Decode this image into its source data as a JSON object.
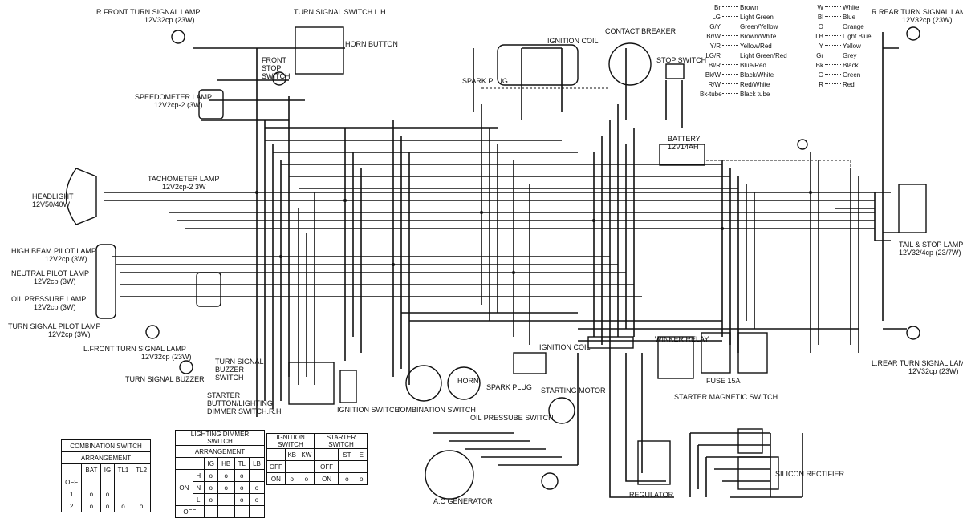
{
  "components": {
    "r_front_turn": {
      "name": "R.FRONT TURN SIGNAL LAMP",
      "rating": "12V32cp (23W)"
    },
    "turn_switch": {
      "name": "TURN SIGNAL SWITCH L.H"
    },
    "horn_button": "HORN BUTTON",
    "front_stop": "FRONT STOP SWITCH",
    "ignition_coil_top": "IGNITION COIL",
    "contact_breaker": "CONTACT BREAKER",
    "stop_switch": "STOP SWITCH",
    "spark_plug_top": "SPARK PLUG",
    "speedometer": {
      "name": "SPEEDOMETER LAMP",
      "rating": "12V2cp-2 (3W)"
    },
    "battery": {
      "name": "BATTERY",
      "rating": "12V14AH"
    },
    "headlight": {
      "name": "HEADLIGHT",
      "rating": "12V50/40W"
    },
    "tachometer": {
      "name": "TACHOMETER LAMP",
      "rating": "12V2cp-2 3W"
    },
    "hb_pilot": {
      "name": "HIGH BEAM PILOT LAMP",
      "rating": "12V2cp (3W)"
    },
    "neutral_pilot": {
      "name": "NEUTRAL PILOT LAMP",
      "rating": "12V2cp (3W)"
    },
    "oil_lamp": {
      "name": "OIL PRESSURE LAMP",
      "rating": "12V2cp (3W)"
    },
    "turn_pilot": {
      "name": "TURN SIGNAL PILOT LAMP",
      "rating": "12V2cp (3W)"
    },
    "l_front_turn": {
      "name": "L.FRONT TURN SIGNAL LAMP",
      "rating": "12V32cp (23W)"
    },
    "turn_buzzer": "TURN SIGNAL BUZZER",
    "buzzer_switch": "TURN SIGNAL BUZZER SWITCH",
    "starter_button": "STARTER BUTTON/LIGHTING DIMMER SWITCH.R.H",
    "ignition_switch": "IGNITION SWITCH",
    "combination_switch": "COMBINATION SWITCH",
    "horn": "HORN",
    "spark_plug_low": "SPARK PLUG",
    "ignition_coil_low": "IGNITION COIL",
    "starting_motor": "STARTING MOTOR",
    "oil_switch": "OIL PRESSUBE SWITCH",
    "winker_relay": "WINKER RELAY",
    "fuse": "FUSE 15A",
    "starter_magnetic": "STARTER MAGNETIC SWITCH",
    "regulator": "REGULATOR",
    "rectifier": "SILICON RECTIFIER",
    "ac_generator": "A.C GENERATOR",
    "r_rear_turn": {
      "name": "R.REAR TURN SIGNAL LAMP",
      "rating": "12V32cp (23W)"
    },
    "tail_stop": {
      "name": "TAIL & STOP LAMP",
      "rating": "12V32/4cp (23/7W)"
    },
    "l_rear_turn": {
      "name": "L.REAR TURN SIGNAL LAMP",
      "rating": "12V32cp (23W)"
    }
  },
  "color_legend": [
    {
      "code": "Br",
      "color": "Brown"
    },
    {
      "code": "LG",
      "color": "Light Green"
    },
    {
      "code": "G/Y",
      "color": "Green/Yellow"
    },
    {
      "code": "Br/W",
      "color": "Brown/White"
    },
    {
      "code": "Y/R",
      "color": "Yellow/Red"
    },
    {
      "code": "LG/R",
      "color": "Light Green/Red"
    },
    {
      "code": "Bl/R",
      "color": "Blue/Red"
    },
    {
      "code": "Bk/W",
      "color": "Black/White"
    },
    {
      "code": "R/W",
      "color": "Red/White"
    },
    {
      "code": "Bk-tube",
      "color": "Black tube"
    },
    {
      "code": "W",
      "color": "White"
    },
    {
      "code": "Bl",
      "color": "Blue"
    },
    {
      "code": "O",
      "color": "Orange"
    },
    {
      "code": "LB",
      "color": "Light Blue"
    },
    {
      "code": "Y",
      "color": "Yellow"
    },
    {
      "code": "Gr",
      "color": "Grey"
    },
    {
      "code": "Bk",
      "color": "Black"
    },
    {
      "code": "G",
      "color": "Green"
    },
    {
      "code": "R",
      "color": "Red"
    }
  ],
  "tables": {
    "combination": {
      "title": "COMBINATION SWITCH",
      "subtitle": "ARRANGEMENT",
      "headers": [
        "BAT",
        "IG",
        "TL1",
        "TL2"
      ],
      "rows": [
        "OFF",
        "1",
        "2"
      ]
    },
    "lighting": {
      "title": "LIGHTING DIMMER SWITCH",
      "subtitle": "ARRANGEMENT",
      "headers": [
        "IG",
        "HB",
        "TL",
        "LB"
      ],
      "on_label": "ON",
      "rows": [
        "H",
        "N",
        "L",
        "OFF"
      ]
    },
    "ignition": {
      "title": "IGNITION SWITCH",
      "headers": [
        "KB",
        "KW"
      ],
      "rows": [
        "OFF",
        "ON"
      ]
    },
    "starter": {
      "title": "STARTER SWITCH",
      "headers": [
        "ST",
        "E"
      ],
      "rows": [
        "OFF",
        "ON"
      ]
    }
  }
}
